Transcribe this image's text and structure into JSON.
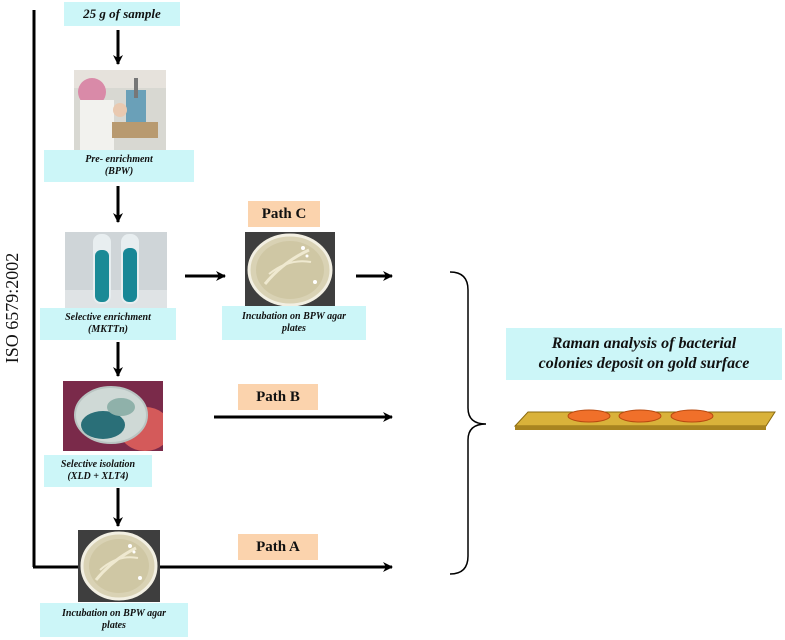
{
  "axis_label": "ISO 6579:2002",
  "steps": {
    "sample": {
      "line1": "25 g of sample"
    },
    "pre_enrichment": {
      "line1": "Pre- enrichment",
      "line2": "(BPW)"
    },
    "selective_enrichment": {
      "line1": "Selective enrichment",
      "line2": "(MKTTn)"
    },
    "selective_isolation": {
      "line1": "Selective isolation",
      "line2": "(XLD + XLT4)"
    },
    "incubation_a": {
      "line1": "Incubation on BPW agar",
      "line2": "plates"
    },
    "incubation_c": {
      "line1": "Incubation on BPW agar",
      "line2": "plates"
    }
  },
  "paths": {
    "a": "Path A",
    "b": "Path B",
    "c": "Path C"
  },
  "raman": {
    "line1": "Raman analysis of bacterial",
    "line2": "colonies deposit on gold surface"
  },
  "colors": {
    "box_fill": "#ccf6f8",
    "path_fill": "#fbd3ad",
    "gold": "#d9b23a",
    "orange": "#f0702a",
    "arrow": "#000000"
  }
}
